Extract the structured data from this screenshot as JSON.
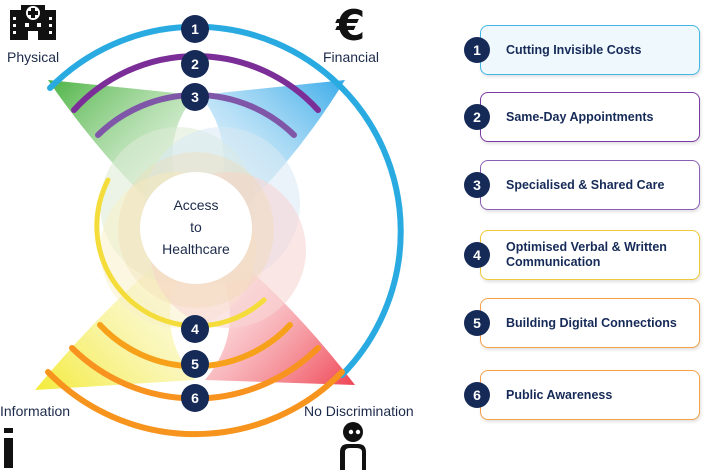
{
  "center_label": [
    "Access",
    "to",
    "Healthcare"
  ],
  "corners": {
    "physical": {
      "label": "Physical",
      "icon": "hospital-icon"
    },
    "financial": {
      "label": "Financial",
      "icon": "euro-icon"
    },
    "information": {
      "label": "Information",
      "icon": "info-icon"
    },
    "no_discrimination": {
      "label": "No Discrimination",
      "icon": "person-icon"
    }
  },
  "arc_numbers": [
    "1",
    "2",
    "3",
    "4",
    "5",
    "6"
  ],
  "colors": {
    "navy": "#162a58",
    "ring1": "#29abe2",
    "ring2": "#7b2e97",
    "ring3": "#7f56a8",
    "ring4_inner": "#f4dd3a",
    "ring4": "#f7a11a",
    "ring5": "#f7931e",
    "ring6": "#f7941d",
    "green": "#5cb85c",
    "blue": "#6cbce8",
    "yellow": "#f6ea4a",
    "red": "#ee4b56"
  },
  "legend": [
    {
      "number": "1",
      "text": "Cutting Invisible Costs",
      "border": "#42b7e6",
      "bg": "#eef8fd"
    },
    {
      "number": "2",
      "text": "Same-Day Appointments",
      "border": "#7b3aa5",
      "bg": "#ffffff"
    },
    {
      "number": "3",
      "text": "Specialised & Shared Care",
      "border": "#8a5fb3",
      "bg": "#ffffff"
    },
    {
      "number": "4",
      "text": "Optimised Verbal & Written Communication",
      "border": "#f0c93a",
      "bg": "#ffffff"
    },
    {
      "number": "5",
      "text": "Building Digital Connections",
      "border": "#f7a04a",
      "bg": "#ffffff"
    },
    {
      "number": "6",
      "text": "Public Awareness",
      "border": "#f7a04a",
      "bg": "#ffffff"
    }
  ]
}
